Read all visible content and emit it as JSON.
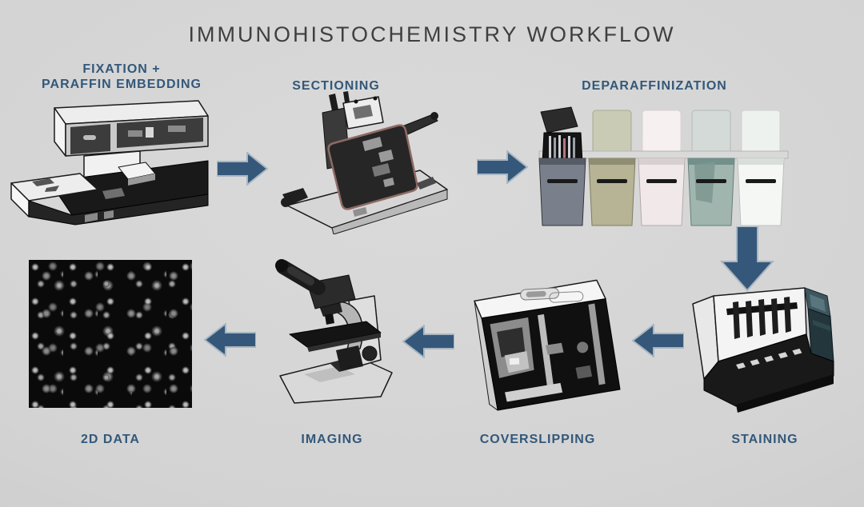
{
  "title": "IMMUNOHISTOCHEMISTRY WORKFLOW",
  "colors": {
    "background": "#D3D3D3",
    "arrow_fill": "#35587A",
    "arrow_border": "#A9B6C1",
    "step_label": "#33587A",
    "title_text": "#3F3F3F"
  },
  "workflow": {
    "steps": [
      {
        "id": "fixation-paraffin-embedding",
        "label": "FIXATION +\nPARAFFIN EMBEDDING",
        "illustration": "tissue-processor-illustration"
      },
      {
        "id": "sectioning",
        "label": "SECTIONING",
        "illustration": "microtome-illustration"
      },
      {
        "id": "deparaffinization",
        "label": "DEPARAFFINIZATION",
        "illustration": "reagent-tank-row-illustration"
      },
      {
        "id": "staining",
        "label": "STAINING",
        "illustration": "autostainer-illustration"
      },
      {
        "id": "coverslipping",
        "label": "COVERSLIPPING",
        "illustration": "coverslipper-illustration"
      },
      {
        "id": "imaging",
        "label": "IMAGING",
        "illustration": "microscope-illustration"
      },
      {
        "id": "2d-data",
        "label": "2D DATA",
        "illustration": "micrograph-illustration"
      }
    ],
    "arrows": [
      {
        "from": "fixation-paraffin-embedding",
        "to": "sectioning",
        "direction": "right"
      },
      {
        "from": "sectioning",
        "to": "deparaffinization",
        "direction": "right"
      },
      {
        "from": "deparaffinization",
        "to": "staining",
        "direction": "down"
      },
      {
        "from": "staining",
        "to": "coverslipping",
        "direction": "left"
      },
      {
        "from": "coverslipping",
        "to": "imaging",
        "direction": "left"
      },
      {
        "from": "imaging",
        "to": "2d-data",
        "direction": "left"
      }
    ]
  }
}
